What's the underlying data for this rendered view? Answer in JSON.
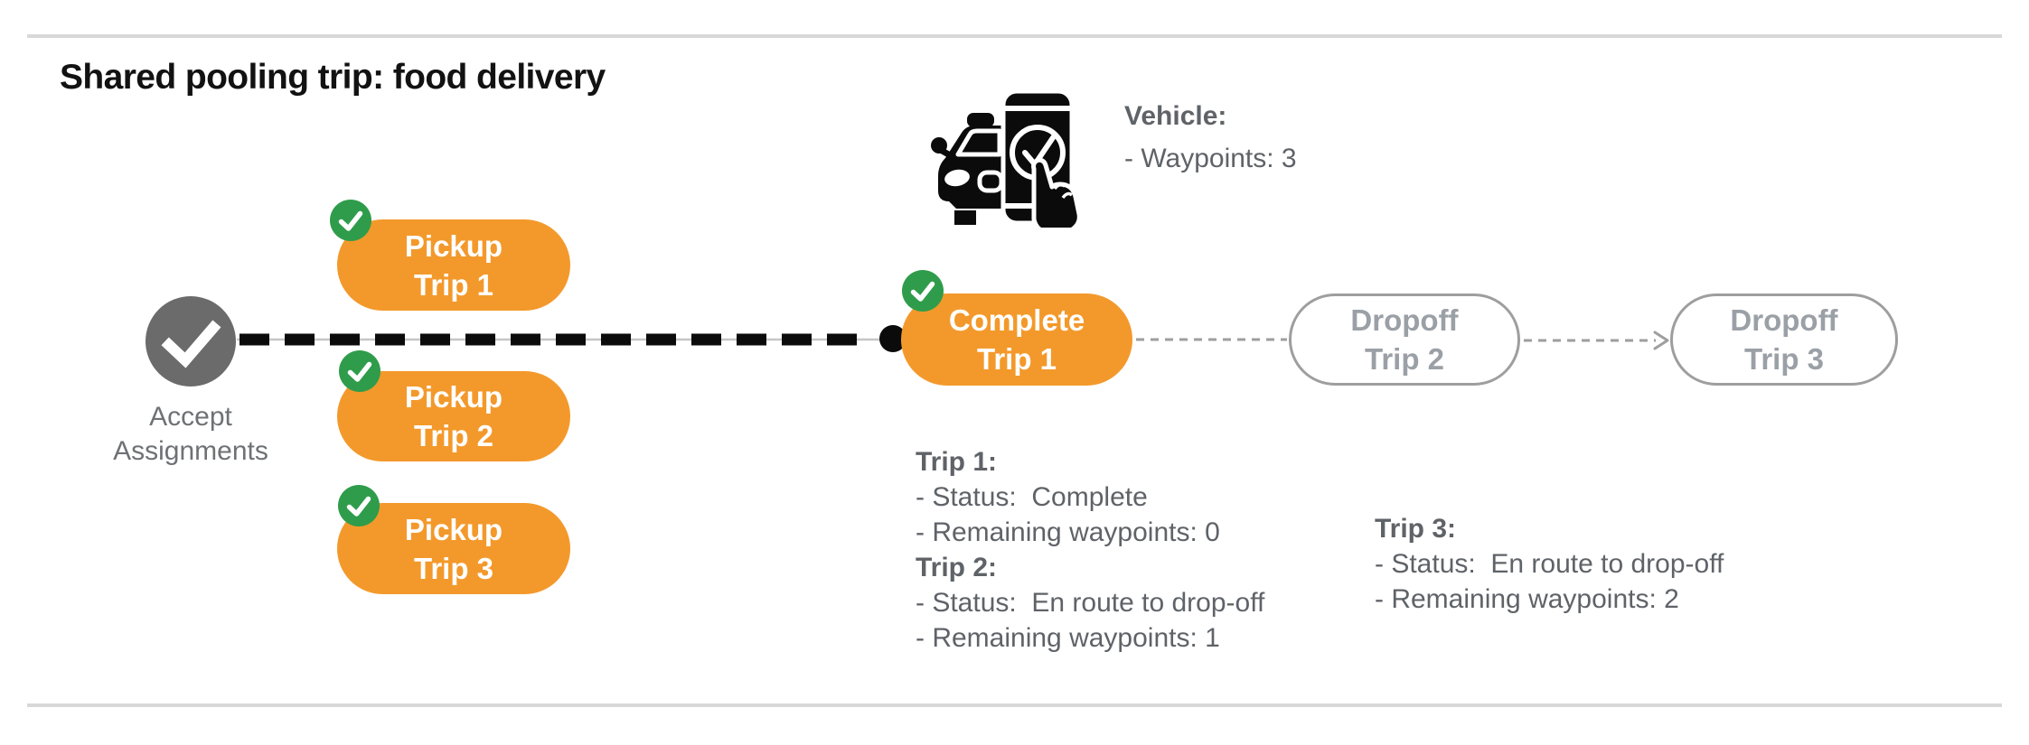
{
  "title": "Shared pooling trip: food delivery",
  "vehicle": {
    "icon": "car-phone-check-icon",
    "label": "Vehicle:",
    "waypoints_line": "- Waypoints: 3"
  },
  "start_node": {
    "icon": "check-icon",
    "line1": "Accept",
    "line2": "Assignments"
  },
  "nodes": [
    {
      "id": "pickup-trip-1",
      "line1": "Pickup",
      "line2": "Trip 1",
      "style": "filled-orange",
      "badge": "check-circle-icon"
    },
    {
      "id": "pickup-trip-2",
      "line1": "Pickup",
      "line2": "Trip 2",
      "style": "filled-orange",
      "badge": "check-circle-icon"
    },
    {
      "id": "pickup-trip-3",
      "line1": "Pickup",
      "line2": "Trip 3",
      "style": "filled-orange",
      "badge": "check-circle-icon"
    },
    {
      "id": "complete-trip-1",
      "line1": "Complete",
      "line2": "Trip 1",
      "style": "filled-orange",
      "badge": "check-circle-icon"
    },
    {
      "id": "dropoff-trip-2",
      "line1": "Dropoff",
      "line2": "Trip 2",
      "style": "outline-gray",
      "badge": null
    },
    {
      "id": "dropoff-trip-3",
      "line1": "Dropoff",
      "line2": "Trip 3",
      "style": "outline-gray",
      "badge": null
    }
  ],
  "status_blocks": [
    {
      "entries": [
        {
          "label": "Trip 1:",
          "lines": [
            "- Status:  Complete",
            "- Remaining waypoints: 0"
          ]
        },
        {
          "label": "Trip 2:",
          "lines": [
            "- Status:  En route to drop-off",
            "- Remaining waypoints: 1"
          ]
        }
      ]
    },
    {
      "entries": [
        {
          "label": "Trip 3:",
          "lines": [
            "- Status:  En route to drop-off",
            "- Remaining waypoints: 2"
          ]
        }
      ]
    }
  ],
  "colors": {
    "pill_orange": "#F3992B",
    "badge_green": "#2F9C4B",
    "start_circle_gray": "#6B6B6B",
    "outline_gray": "#9E9E9E",
    "text_gray": "#5F6368",
    "route_black": "#0B0B0B",
    "divider_gray": "#D8D8D8",
    "title_black": "#121212"
  }
}
